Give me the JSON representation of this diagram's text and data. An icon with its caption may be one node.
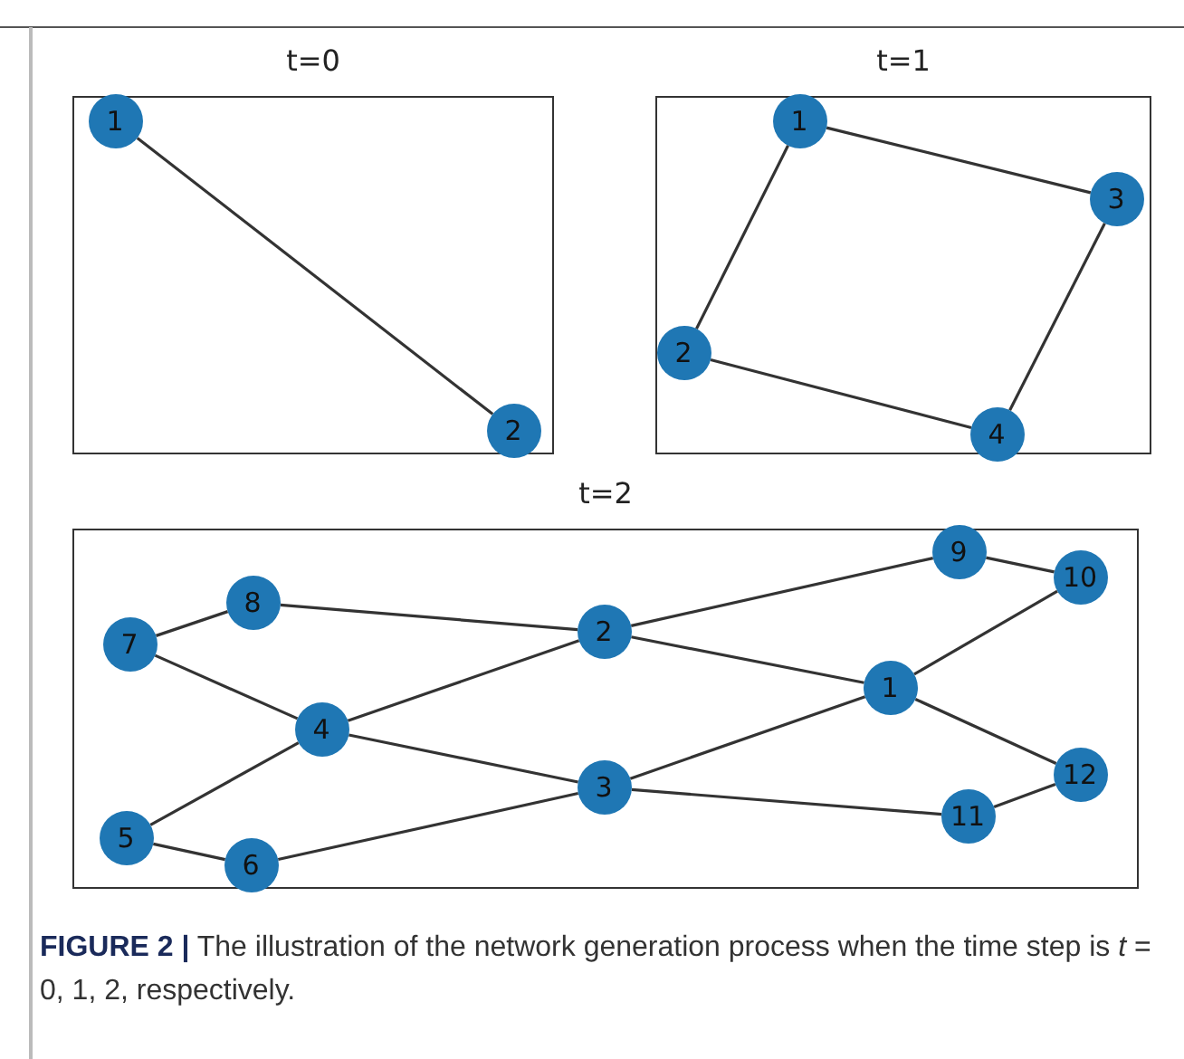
{
  "diagram": {
    "caption": "**FIGURE 2 |** The illustration of the network generation process when the time step is *t* = 0, 1, 2, respectively.",
    "nodes": [
      {
        "text": [
          "t=0"
        ]
      },
      {
        "text": [
          "1"
        ],
        "in": 0
      },
      {
        "text": [
          "2"
        ],
        "in": 0
      },
      {
        "text": [
          "t=1"
        ]
      },
      {
        "text": [
          "1"
        ],
        "in": 3
      },
      {
        "text": [
          "2"
        ],
        "in": 3
      },
      {
        "text": [
          "3"
        ],
        "in": 3
      },
      {
        "text": [
          "4"
        ],
        "in": 3
      },
      {
        "text": [
          "t=2"
        ]
      },
      {
        "text": [
          "1"
        ],
        "in": 8
      },
      {
        "text": [
          "2"
        ],
        "in": 8
      },
      {
        "text": [
          "3"
        ],
        "in": 8
      },
      {
        "text": [
          "4"
        ],
        "in": 8
      },
      {
        "text": [
          "5"
        ],
        "in": 8
      },
      {
        "text": [
          "6"
        ],
        "in": 8
      },
      {
        "text": [
          "7"
        ],
        "in": 8
      },
      {
        "text": [
          "8"
        ],
        "in": 8
      },
      {
        "text": [
          "9"
        ],
        "in": 8
      },
      {
        "text": [
          "10"
        ],
        "in": 8
      },
      {
        "text": [
          "11"
        ],
        "in": 8
      },
      {
        "text": [
          "12"
        ],
        "in": 8
      }
    ],
    "edges": [
      {
        "from": 1,
        "to": 2,
        "arrow": "none"
      },
      {
        "from": 4,
        "to": 6,
        "arrow": "none"
      },
      {
        "from": 4,
        "to": 5,
        "arrow": "none"
      },
      {
        "from": 6,
        "to": 7,
        "arrow": "none"
      },
      {
        "from": 5,
        "to": 7,
        "arrow": "none"
      },
      {
        "from": 15,
        "to": 16,
        "arrow": "none"
      },
      {
        "from": 16,
        "to": 10,
        "arrow": "none"
      },
      {
        "from": 15,
        "to": 12,
        "arrow": "none"
      },
      {
        "from": 10,
        "to": 17,
        "arrow": "none"
      },
      {
        "from": 17,
        "to": 18,
        "arrow": "none"
      },
      {
        "from": 10,
        "to": 9,
        "arrow": "none"
      },
      {
        "from": 10,
        "to": 12,
        "arrow": "none"
      },
      {
        "from": 9,
        "to": 18,
        "arrow": "none"
      },
      {
        "from": 9,
        "to": 20,
        "arrow": "none"
      },
      {
        "from": 9,
        "to": 11,
        "arrow": "none"
      },
      {
        "from": 12,
        "to": 11,
        "arrow": "none"
      },
      {
        "from": 11,
        "to": 19,
        "arrow": "none"
      },
      {
        "from": 19,
        "to": 20,
        "arrow": "none"
      },
      {
        "from": 13,
        "to": 12,
        "arrow": "none"
      },
      {
        "from": 13,
        "to": 14,
        "arrow": "none"
      },
      {
        "from": 14,
        "to": 11,
        "arrow": "none"
      }
    ]
  }
}
